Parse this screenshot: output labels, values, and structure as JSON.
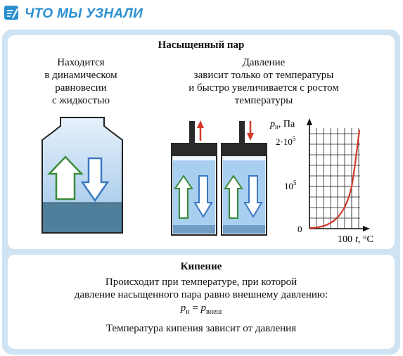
{
  "header": {
    "title": "ЧТО МЫ УЗНАЛИ",
    "icon": "pencil-checklist-icon"
  },
  "saturated": {
    "title": "Насыщенный пар",
    "equilibrium_text": [
      "Находится",
      "в динамическом",
      "равновесии",
      "с жидкостью"
    ],
    "pressure_text": [
      "Давление",
      "зависит только от температуры",
      "и быстро увеличивается с ростом",
      "температуры"
    ]
  },
  "graph": {
    "y_label_main": "p",
    "y_label_sub": "н",
    "y_label_unit": ", Па",
    "y_tick_top_prefix": "2·10",
    "y_tick_top_exp": "5",
    "y_tick_mid_base": "10",
    "y_tick_mid_exp": "5",
    "origin": "0",
    "x_tick": "100",
    "x_label_var": "t",
    "x_label_unit": ", °C"
  },
  "boiling": {
    "title": "Кипение",
    "line1": "Происходит при температуре, при которой",
    "line2": "давление насыщенного пара равно внешнему давлению:",
    "formula_lhs": "p",
    "formula_lhs_sub": "н",
    "formula_eq": " = ",
    "formula_rhs": "p",
    "formula_rhs_sub": "внеш",
    "conclusion": "Температура кипения зависит от давления"
  },
  "colors": {
    "accent": "#2a8fd0",
    "frame": "#cfe3f2",
    "curve": "#d23a2a",
    "water_light": "#a9cff0",
    "water_dark": "#4f7f9a",
    "arrow_green": "#3a8a3a",
    "arrow_blue": "#3a78c2"
  }
}
